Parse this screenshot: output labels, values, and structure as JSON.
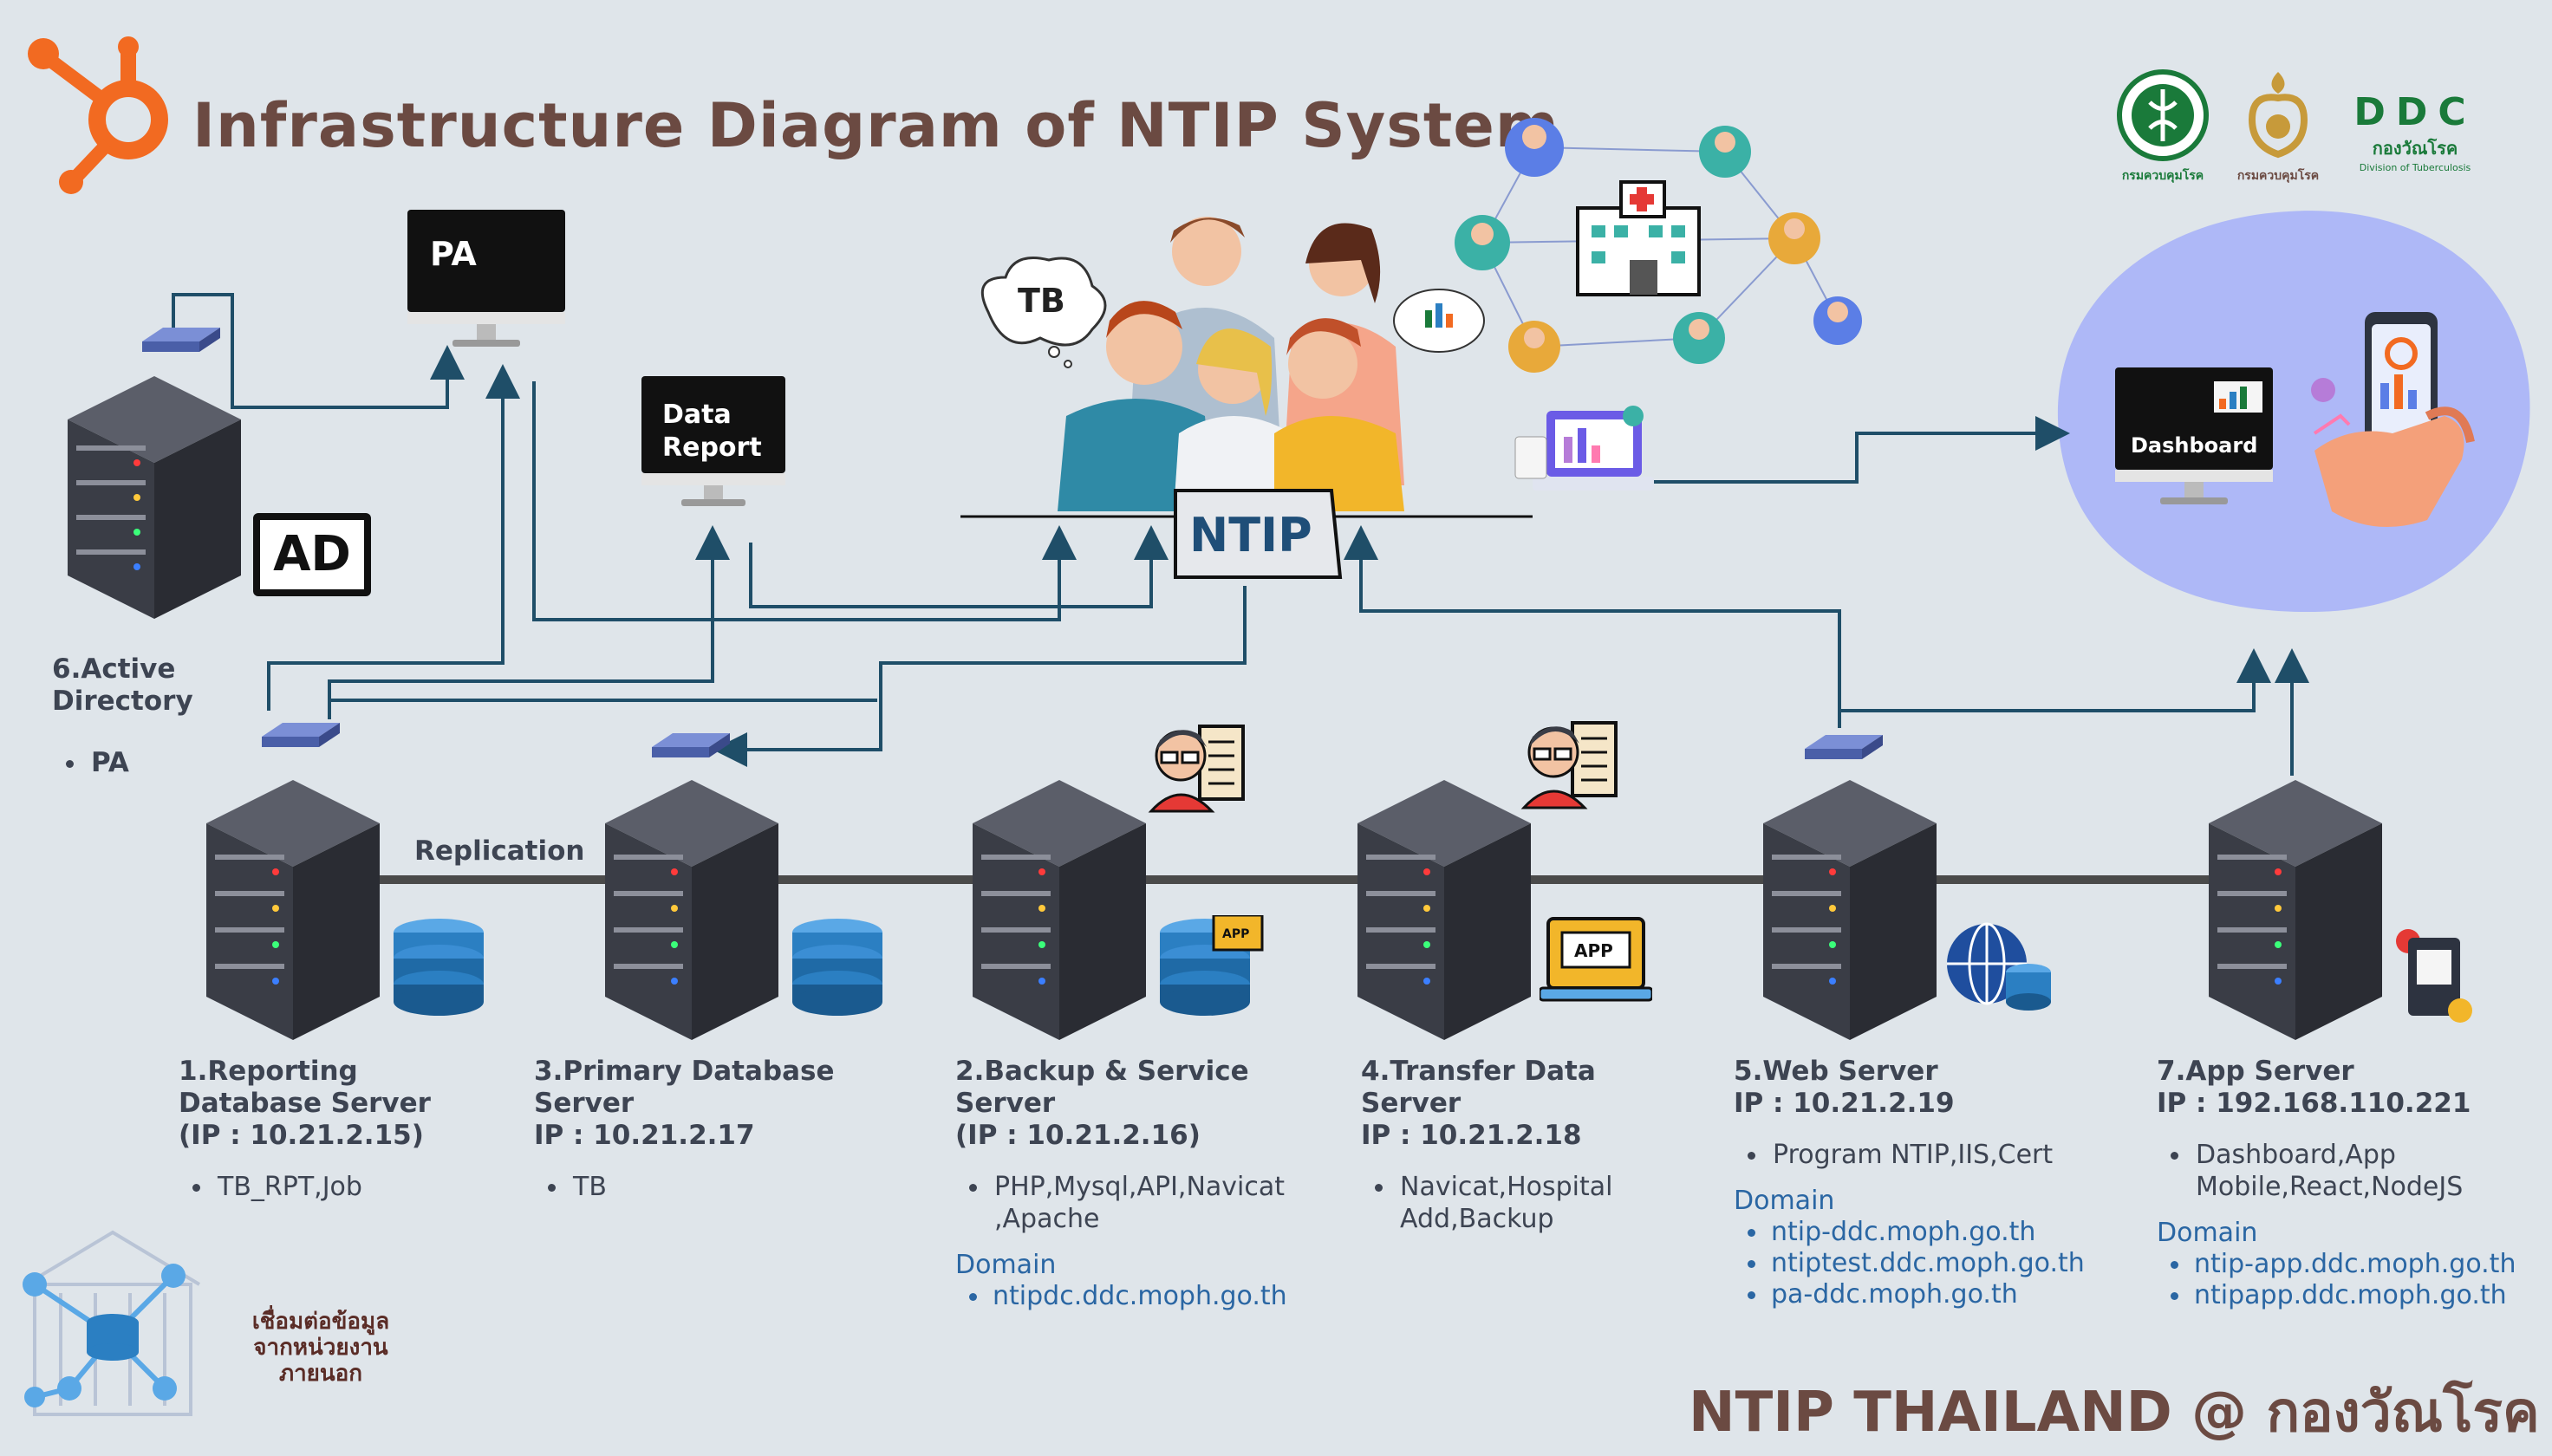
{
  "title": "Infrastructure Diagram of NTIP System",
  "footer": "NTIP THAILAND @ กองวัณโรค",
  "center_badge": "NTIP",
  "tb_bubble": "TB",
  "replication_label": "Replication",
  "monitors": {
    "pa": "PA",
    "data_report_line1": "Data",
    "data_report_line2": "Report",
    "dashboard": "Dashboard"
  },
  "ad_badge": "AD",
  "active_directory": {
    "title_line1": "6.Active",
    "title_line2": "Directory",
    "items": [
      "PA"
    ]
  },
  "servers": [
    {
      "title_lines": [
        "1.Reporting",
        "Database Server",
        "(IP : 10.21.2.15)"
      ],
      "items": [
        "TB_RPT,Job"
      ]
    },
    {
      "title_lines": [
        "3.Primary Database",
        "Server",
        "IP : 10.21.2.17"
      ],
      "items": [
        "TB"
      ]
    },
    {
      "title_lines": [
        "2.Backup & Service",
        "Server",
        "(IP : 10.21.2.16)"
      ],
      "items": [
        "PHP,Mysql,API,Navicat",
        ",Apache"
      ],
      "domain_title": "Domain",
      "domains": [
        "ntipdc.ddc.moph.go.th"
      ]
    },
    {
      "title_lines": [
        "4.Transfer Data",
        "Server",
        "IP : 10.21.2.18"
      ],
      "items": [
        "Navicat,Hospital",
        "Add,Backup"
      ]
    },
    {
      "title_lines": [
        "5.Web Server",
        "IP : 10.21.2.19"
      ],
      "items": [
        "Program NTIP,IIS,Cert"
      ],
      "domain_title": "Domain",
      "domains": [
        "ntip-ddc.moph.go.th",
        "ntiptest.ddc.moph.go.th",
        "pa-ddc.moph.go.th"
      ]
    },
    {
      "title_lines": [
        "7.App Server",
        "IP : 192.168.110.221"
      ],
      "items": [
        "Dashboard,App",
        "Mobile,React,NodeJS"
      ],
      "domain_title": "Domain",
      "domains": [
        "ntip-app.ddc.moph.go.th",
        "ntipapp.ddc.moph.go.th"
      ]
    }
  ],
  "external_link": {
    "line1": "เชื่อมต่อข้อมูล",
    "line2": "จากหน่วยงาน",
    "line3": "ภายนอก"
  },
  "logos": {
    "logo1_caption": "กรมควบคุมโรค",
    "logo2_caption": "กรมควบคุมโรค",
    "ddc_letters": "DDC",
    "ddc_caption": "กองวัณโรค",
    "ddc_sub": "Division of Tuberculosis"
  },
  "app_icon_label": "APP",
  "colors": {
    "title": "#6b4a42",
    "link_blue": "#2a66a3",
    "arrow_line": "#1f4e68",
    "backbone": "#4a4a4a",
    "dashboard_blob": "#aeb8f7",
    "server_dark": "#3a3d46",
    "db_blue": "#2b7fc2"
  }
}
